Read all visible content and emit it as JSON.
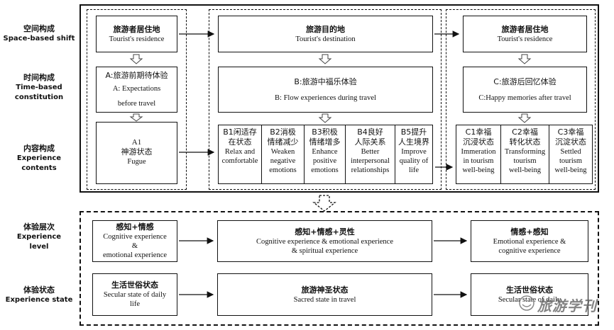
{
  "row_labels": [
    {
      "zh": "空间构成",
      "en": "Space-based shift"
    },
    {
      "zh": "时间构成",
      "en": "Time-based constitution"
    },
    {
      "zh": "内容构成",
      "en": "Experience contents"
    },
    {
      "zh": "体验层次",
      "en": "Experience level"
    },
    {
      "zh": "体验状态",
      "en": "Experience state"
    }
  ],
  "phase_a": {
    "space_zh": "旅游者居住地",
    "space_en": "Tourist's residence",
    "time_zh": "A:旅游前期待体验",
    "time_en1": "A:  Expectations",
    "time_en2": "before travel",
    "content_id": "A1",
    "content_zh": "神游状态",
    "content_en": "Fugue"
  },
  "phase_b": {
    "space_zh": "旅游目的地",
    "space_en": "Tourist's destination",
    "time_zh": "B:旅游中福乐体验",
    "time_en": "B: Flow experiences during travel",
    "contents": [
      {
        "zh1": "B1闲适存",
        "zh2": "在状态",
        "en1": "Relax and",
        "en2": "comfortable",
        "en3": ""
      },
      {
        "zh1": "B2消极",
        "zh2": "情绪减少",
        "en1": "Weaken",
        "en2": "negative",
        "en3": "emotions"
      },
      {
        "zh1": "B3积极",
        "zh2": "情绪增多",
        "en1": "Enhance",
        "en2": "positive",
        "en3": "emotions"
      },
      {
        "zh1": "B4良好",
        "zh2": "人际关系",
        "en1": "Better",
        "en2": "interpersonal",
        "en3": "relationships"
      },
      {
        "zh1": "B5提升",
        "zh2": "人生境界",
        "en1": "Improve",
        "en2": "quality of",
        "en3": "life"
      }
    ]
  },
  "phase_c": {
    "space_zh": "旅游者居住地",
    "space_en": "Tourist's residence",
    "time_zh": "C:旅游后回忆体验",
    "time_en": "C:Happy memories after travel",
    "contents": [
      {
        "zh1": "C1幸福",
        "zh2": "沉浸状态",
        "en1": "Immeration",
        "en2": "in tourism",
        "en3": "well-being"
      },
      {
        "zh1": "C2幸福",
        "zh2": "转化状态",
        "en1": "Transforming",
        "en2": "tourism",
        "en3": "well-being"
      },
      {
        "zh1": "C3幸福",
        "zh2": "沉淀状态",
        "en1": "Settled",
        "en2": "tourism",
        "en3": "well-being"
      }
    ]
  },
  "levels": [
    {
      "zh": "感知+情感",
      "en1": "Cognitive experience",
      "en2": "&",
      "en3": "emotional experience"
    },
    {
      "zh": "感知+情感+灵性",
      "en1": "Cognitive experience & emotional experience",
      "en2": "& spiritual experience"
    },
    {
      "zh": "情感+感知",
      "en1": "Emotional experience &",
      "en2": "cognitive experience"
    }
  ],
  "states": [
    {
      "zh": "生活世俗状态",
      "en1": "Secular state of daily",
      "en2": "life"
    },
    {
      "zh": "旅游神圣状态",
      "en1": "Sacred state in travel"
    },
    {
      "zh": "生活世俗状态",
      "en1": "Secular state of daily"
    }
  ],
  "watermark": "旅游学刊"
}
